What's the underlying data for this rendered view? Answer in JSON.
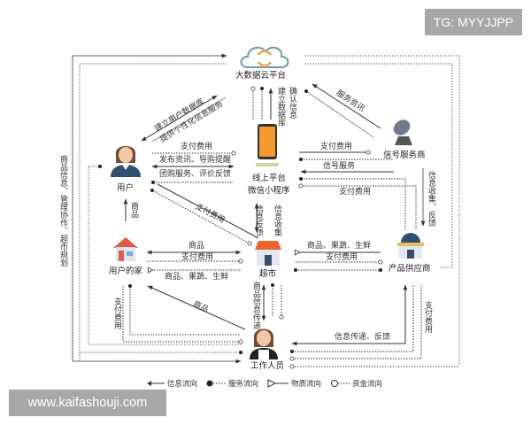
{
  "watermarks": {
    "top_right": "TG: MYYJJPP",
    "bottom_left": "www.kaifashouji.com"
  },
  "nodes": {
    "cloud": {
      "label": "大数据云平台",
      "icon": "cloud-sync-icon"
    },
    "user": {
      "label": "用户",
      "icon": "user-avatar-icon"
    },
    "platform": {
      "label_line1": "线上平台",
      "label_line2": "微信小程序",
      "icon": "smartphone-icon"
    },
    "signal": {
      "label": "信号服务商",
      "icon": "satellite-dish-icon"
    },
    "home": {
      "label": "用户的家",
      "icon": "house-icon"
    },
    "supermarket": {
      "label": "超市",
      "icon": "store-icon"
    },
    "supplier": {
      "label": "产品供应商",
      "icon": "warehouse-icon"
    },
    "staff": {
      "label": "工作人员",
      "icon": "staff-avatar-icon"
    }
  },
  "flow_labels": {
    "user_cloud_1": "建立用户数据库",
    "user_cloud_2": "提供个性化信息服务",
    "cloud_platform_1": "建立数据库",
    "cloud_platform_2": "确认信息",
    "signal_cloud": "服务资讯",
    "user_platform_pay": "支付费用",
    "user_platform_info1": "发布资讯、导购提醒",
    "user_platform_info2": "团购服务、评价反馈",
    "signal_platform_pay": "支付费用",
    "signal_platform_service": "信号服务",
    "supplier_platform_pay": "支付费用",
    "supplier_signal": "信息收集、反馈",
    "user_supermarket_pay": "支付费用",
    "platform_supermarket_1": "信息反馈",
    "platform_supermarket_2": "信息收集",
    "user_home": "商品",
    "home_supermarket_goods": "商品",
    "home_supermarket_pay": "支付费用",
    "home_supermarket_produce": "商品、果蔬、生鲜",
    "supplier_supermarket_produce": "商品、果蔬、生鲜",
    "supplier_supermarket_pay": "支付费用",
    "home_staff_pay": "支付费用",
    "staff_home_goods": "商品",
    "supermarket_staff": "商品信息传递",
    "staff_supplier": "信息传递、反馈",
    "supplier_staff_pay": "支付费用",
    "left_side": "商品信息、管理协作、超市规划"
  },
  "legend": [
    {
      "symbol": "arrow",
      "label": "信息流向"
    },
    {
      "symbol": "dot",
      "label": "服务流向"
    },
    {
      "symbol": "triangle",
      "label": "物质流向"
    },
    {
      "symbol": "circle",
      "label": "资金流向"
    }
  ],
  "colors": {
    "line": "#333333",
    "line_gray": "#888888",
    "cloud_stroke": "#6a9aa8",
    "cloud_arrows": "#e3b36a",
    "phone": "#f29a2e",
    "awning": "#e8652e",
    "avatar_blue": "#2f4f6f"
  }
}
